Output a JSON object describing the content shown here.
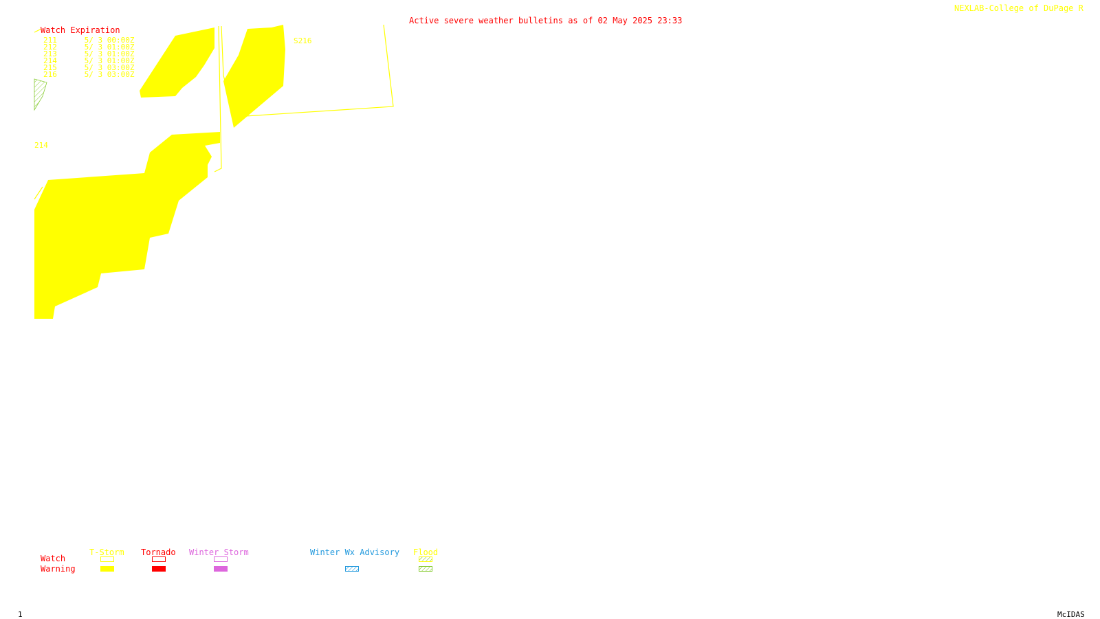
{
  "header": {
    "title": "Active severe weather bulletins as of 02 May 2025 23:33",
    "credit": "NEXLAB-College of DuPage R"
  },
  "watch_expiration": {
    "heading": "Watch Expiration",
    "rows": [
      {
        "id": "211",
        "expires": "5/ 3 00:00Z"
      },
      {
        "id": "212",
        "expires": "5/ 3 01:00Z"
      },
      {
        "id": "213",
        "expires": "5/ 3 01:00Z"
      },
      {
        "id": "214",
        "expires": "5/ 3 01:00Z"
      },
      {
        "id": "215",
        "expires": "5/ 3 03:00Z"
      },
      {
        "id": "216",
        "expires": "5/ 3 03:00Z"
      }
    ]
  },
  "map_labels": {
    "watch_216": "S216",
    "watch_214": "214"
  },
  "legend": {
    "row_watch": "Watch",
    "row_warning": "Warning",
    "columns": [
      {
        "name": "T-Storm",
        "color": "#ffff00"
      },
      {
        "name": "Tornado",
        "color": "#ff0000"
      },
      {
        "name": "Winter Storm",
        "color": "#dd66dd"
      },
      {
        "name": "Winter Wx Advisory",
        "color": "#2299dd"
      },
      {
        "name": "Flood",
        "color": "#88cc33"
      }
    ]
  },
  "footer": {
    "frame": "1",
    "software": "McIDAS"
  },
  "colors": {
    "thunderstorm": "#ffff00",
    "tornado": "#ff0000",
    "winter_storm": "#dd66dd",
    "winter_advisory": "#2299dd",
    "flood": "#88cc33",
    "background": "#ffffff"
  }
}
